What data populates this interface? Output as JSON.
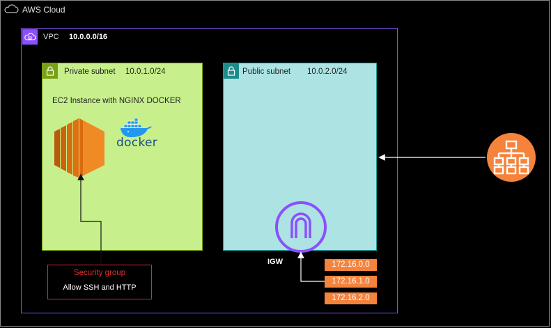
{
  "cloud": {
    "label": "AWS Cloud"
  },
  "vpc": {
    "label": "VPC",
    "cidr": "10.0.0.0/16"
  },
  "private_subnet": {
    "name": "Private subnet",
    "cidr": "10.0.1.0/24",
    "instance_title": "EC2 Instance with NGINX DOCKER",
    "docker_label": "docker"
  },
  "public_subnet": {
    "name": "Public subnet",
    "cidr": "10.0.2.0/24"
  },
  "security_group": {
    "title": "Security group",
    "rule": "Allow SSH and HTTP"
  },
  "igw": {
    "label": "IGW"
  },
  "route_tags": [
    "172.16.0.0",
    "172.16.1.0",
    "172.16.2.0"
  ],
  "colors": {
    "vpc_border": "#8c4fff",
    "private_fill": "#c7f08c",
    "public_fill": "#ade3e3",
    "ec2_orange": "#e8700f",
    "load_balancer": "#f5833c",
    "security_group_border": "#d0302a"
  },
  "icons": [
    "cloud-icon",
    "vpc-icon",
    "lock-icon",
    "ec2-instance-icon",
    "docker-whale-icon",
    "internet-gateway-icon",
    "load-balancer-icon"
  ]
}
